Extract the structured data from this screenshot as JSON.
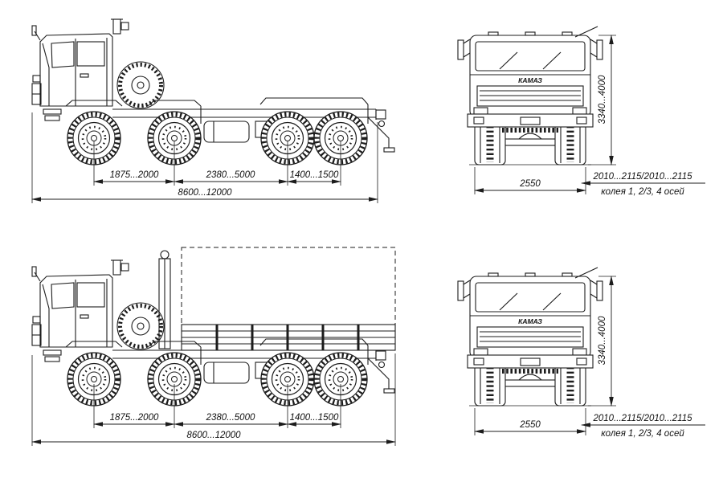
{
  "page": {
    "background": "#ffffff",
    "ink": "#1c1c1c"
  },
  "views": [
    {
      "name": "chassis",
      "side": {
        "dim_axle_1_2": "1875...2000",
        "dim_axle_2_3": "2380...5000",
        "dim_axle_3_4": "1400...1500",
        "dim_overall": "8600...12000"
      },
      "front": {
        "logo": "КАМАЗ",
        "dim_height": "3340...4000",
        "dim_width": "2550",
        "dim_track": "2010...2115/2010...2115",
        "track_caption": "колея 1, 2/3, 4 осей"
      }
    },
    {
      "name": "flatbed",
      "side": {
        "dim_axle_1_2": "1875...2000",
        "dim_axle_2_3": "2380...5000",
        "dim_axle_3_4": "1400...1500",
        "dim_overall": "8600...12000"
      },
      "front": {
        "logo": "КАМАЗ",
        "dim_height": "3340...4000",
        "dim_width": "2550",
        "dim_track": "2010...2115/2010...2115",
        "track_caption": "колея 1, 2/3, 4 осей"
      }
    }
  ]
}
